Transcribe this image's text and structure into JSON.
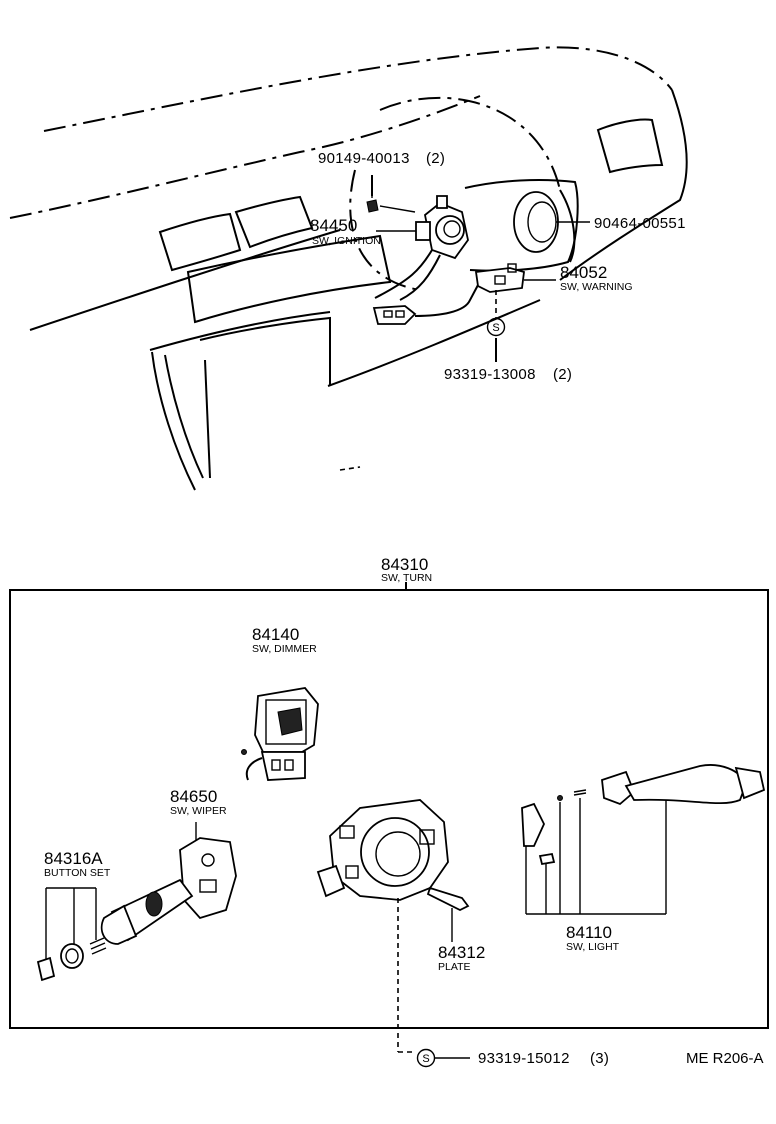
{
  "callouts": {
    "bolt_90149": {
      "number": "90149-40013",
      "qty": "(2)"
    },
    "ignition": {
      "number": "84450",
      "name": "SW, IGNITION"
    },
    "part_90464": {
      "number": "90464-00551"
    },
    "warning": {
      "number": "84052",
      "name": "SW, WARNING"
    },
    "screw_93319_13008": {
      "number": "93319-13008",
      "qty": "(2)",
      "symbol": "S"
    },
    "turn": {
      "number": "84310",
      "name": "SW, TURN"
    },
    "dimmer": {
      "number": "84140",
      "name": "SW, DIMMER"
    },
    "wiper": {
      "number": "84650",
      "name": "SW, WIPER"
    },
    "button_set": {
      "number": "84316A",
      "name": "BUTTON SET"
    },
    "plate": {
      "number": "84312",
      "name": "PLATE"
    },
    "light": {
      "number": "84110",
      "name": "SW, LIGHT"
    },
    "screw_93319_15012": {
      "number": "93319-15012",
      "qty": "(3)",
      "symbol": "S"
    }
  },
  "diagram_ref": "ME R206-A"
}
